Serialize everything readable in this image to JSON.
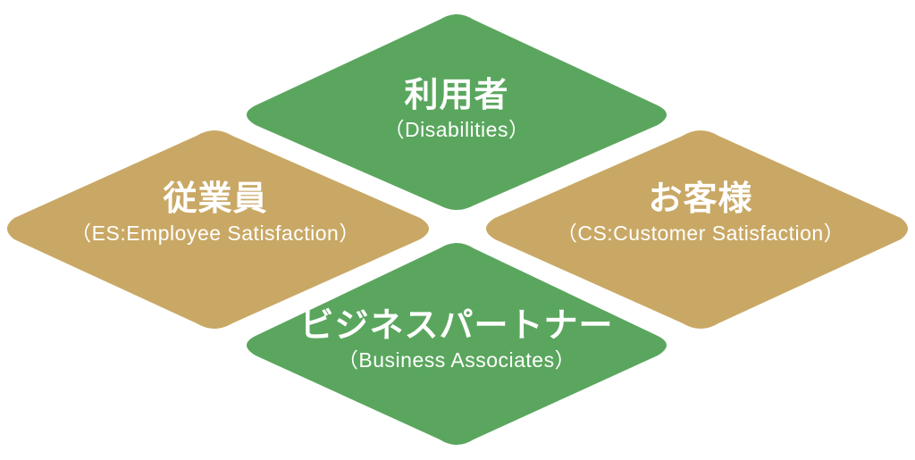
{
  "colors": {
    "green": "#5aa65e",
    "gold": "#c9a865",
    "text": "#ffffff"
  },
  "diagram": {
    "top": {
      "title": "利用者",
      "subtitle": "（Disabilities）"
    },
    "left": {
      "title": "従業員",
      "subtitle": "（ES:Employee Satisfaction）"
    },
    "right": {
      "title": "お客様",
      "subtitle": "（CS:Customer Satisfaction）"
    },
    "bottom": {
      "title": "ビジネスパートナー",
      "subtitle": "（Business Associates）"
    }
  }
}
